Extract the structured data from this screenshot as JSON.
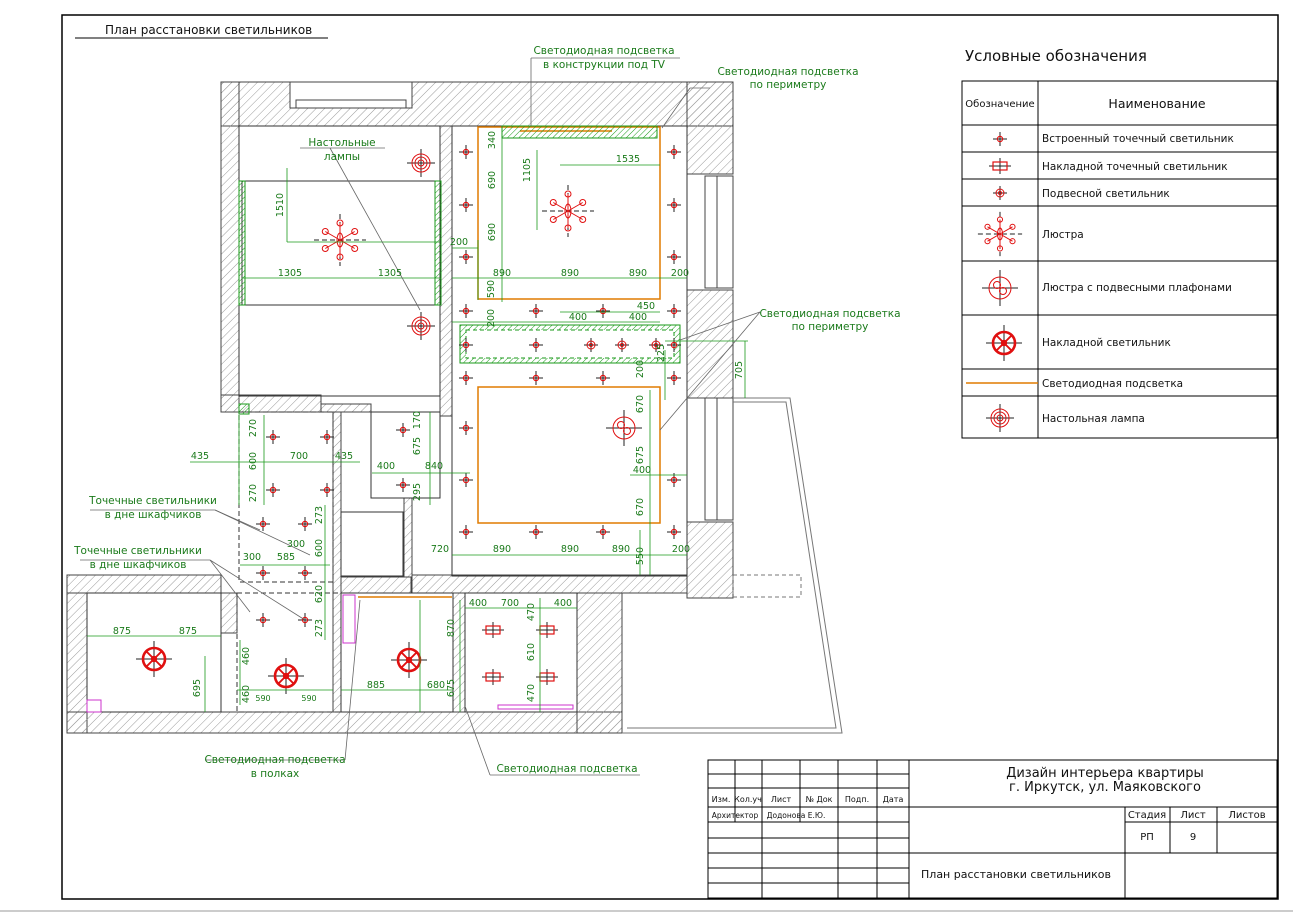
{
  "sheet_title": "План расстановки светильников",
  "labels": {
    "desk_lamps": [
      "Настольные",
      "лампы"
    ],
    "led_tv": [
      "Светодиодная подсветка",
      "в конструкции под TV"
    ],
    "led_perimeter_top": [
      "Светодиодная подсветка",
      "по периметру"
    ],
    "led_perimeter_mid": [
      "Светодиодная подсветка",
      "по периметру"
    ],
    "spots_cabinets_1": [
      "Точечные светильники",
      "в дне шкафчиков"
    ],
    "spots_cabinets_2": [
      "Точечные светильники",
      "в дне шкафчиков"
    ],
    "led_shelves": [
      "Светодиодная подсветка",
      "в полках"
    ],
    "led_bottom": "Светодиодная подсветка"
  },
  "dimensions": {
    "d1510": "1510",
    "d1305a": "1305",
    "d1305b": "1305",
    "d340": "340",
    "d1105": "1105",
    "d1535": "1535",
    "d690a": "690",
    "d690b": "690",
    "d200a": "200",
    "d890a": "890",
    "d890b": "890",
    "d890c": "890",
    "d200b": "200",
    "d590": "590",
    "d200c": "200",
    "d450": "450",
    "d400a": "400",
    "d400b": "400",
    "d225": "225",
    "d705": "705",
    "d200d": "200",
    "d670a": "670",
    "d675a": "675",
    "d400c": "400",
    "d670b": "670",
    "d270a": "270",
    "d600a": "600",
    "d270b": "270",
    "d700a": "700",
    "d435a": "435",
    "d435b": "435",
    "d170": "170",
    "d675b": "675",
    "d400d": "400",
    "d840": "840",
    "d295": "295",
    "d273a": "273",
    "d600b": "600",
    "d300a": "300",
    "d300b": "300",
    "d585": "585",
    "d720": "720",
    "d890d": "890",
    "d890e": "890",
    "d890f": "890",
    "d550": "550",
    "d200e": "200",
    "d620": "620",
    "d273b": "273",
    "d875a": "875",
    "d875b": "875",
    "d695": "695",
    "d460a": "460",
    "d460b": "460",
    "d590a": "590",
    "d590b": "590",
    "d885": "885",
    "d870": "870",
    "d680": "680",
    "d675c": "675",
    "d400e": "400",
    "d700b": "700",
    "d400f": "400",
    "d470a": "470",
    "d610": "610",
    "d470b": "470"
  },
  "legend": {
    "title": "Условные обозначения",
    "col_symbol": "Обозначение",
    "col_name": "Наименование",
    "items": [
      {
        "icon": "recessed-spot-icon",
        "name": "Встроенный точечный светильник"
      },
      {
        "icon": "surface-spot-icon",
        "name": "Накладной точечный светильник"
      },
      {
        "icon": "pendant-icon",
        "name": "Подвесной светильник"
      },
      {
        "icon": "chandelier-icon",
        "name": "Люстра"
      },
      {
        "icon": "chandelier-pendant-icon",
        "name": "Люстра с подвесными плафонами"
      },
      {
        "icon": "surface-lamp-icon",
        "name": "Накладной светильник"
      },
      {
        "icon": "led-strip-icon",
        "name": "Светодиодная подсветка"
      },
      {
        "icon": "desk-lamp-icon",
        "name": "Настольная лампа"
      }
    ]
  },
  "stamp": {
    "project_title_1": "Дизайн интерьера квартиры",
    "project_title_2": "г. Иркутск, ул. Маяковского",
    "h_izm": "Изм.",
    "h_kol": "Кол.уч",
    "h_list": "Лист",
    "h_ndok": "№ Док",
    "h_podp": "Подп.",
    "h_data": "Дата",
    "role": "Архитектор",
    "person": "Додонова Е.Ю.",
    "h_stage": "Стадия",
    "h_sheet": "Лист",
    "h_sheets": "Листов",
    "stage": "РП",
    "sheet": "9",
    "sheets": "",
    "drawing_name": "План расстановки светильников"
  },
  "colors": {
    "dims": "#1a7a1a",
    "lights": "#e01010",
    "led": "#e07b00",
    "walls": "#444444",
    "cabinet": "#cc33cc"
  }
}
